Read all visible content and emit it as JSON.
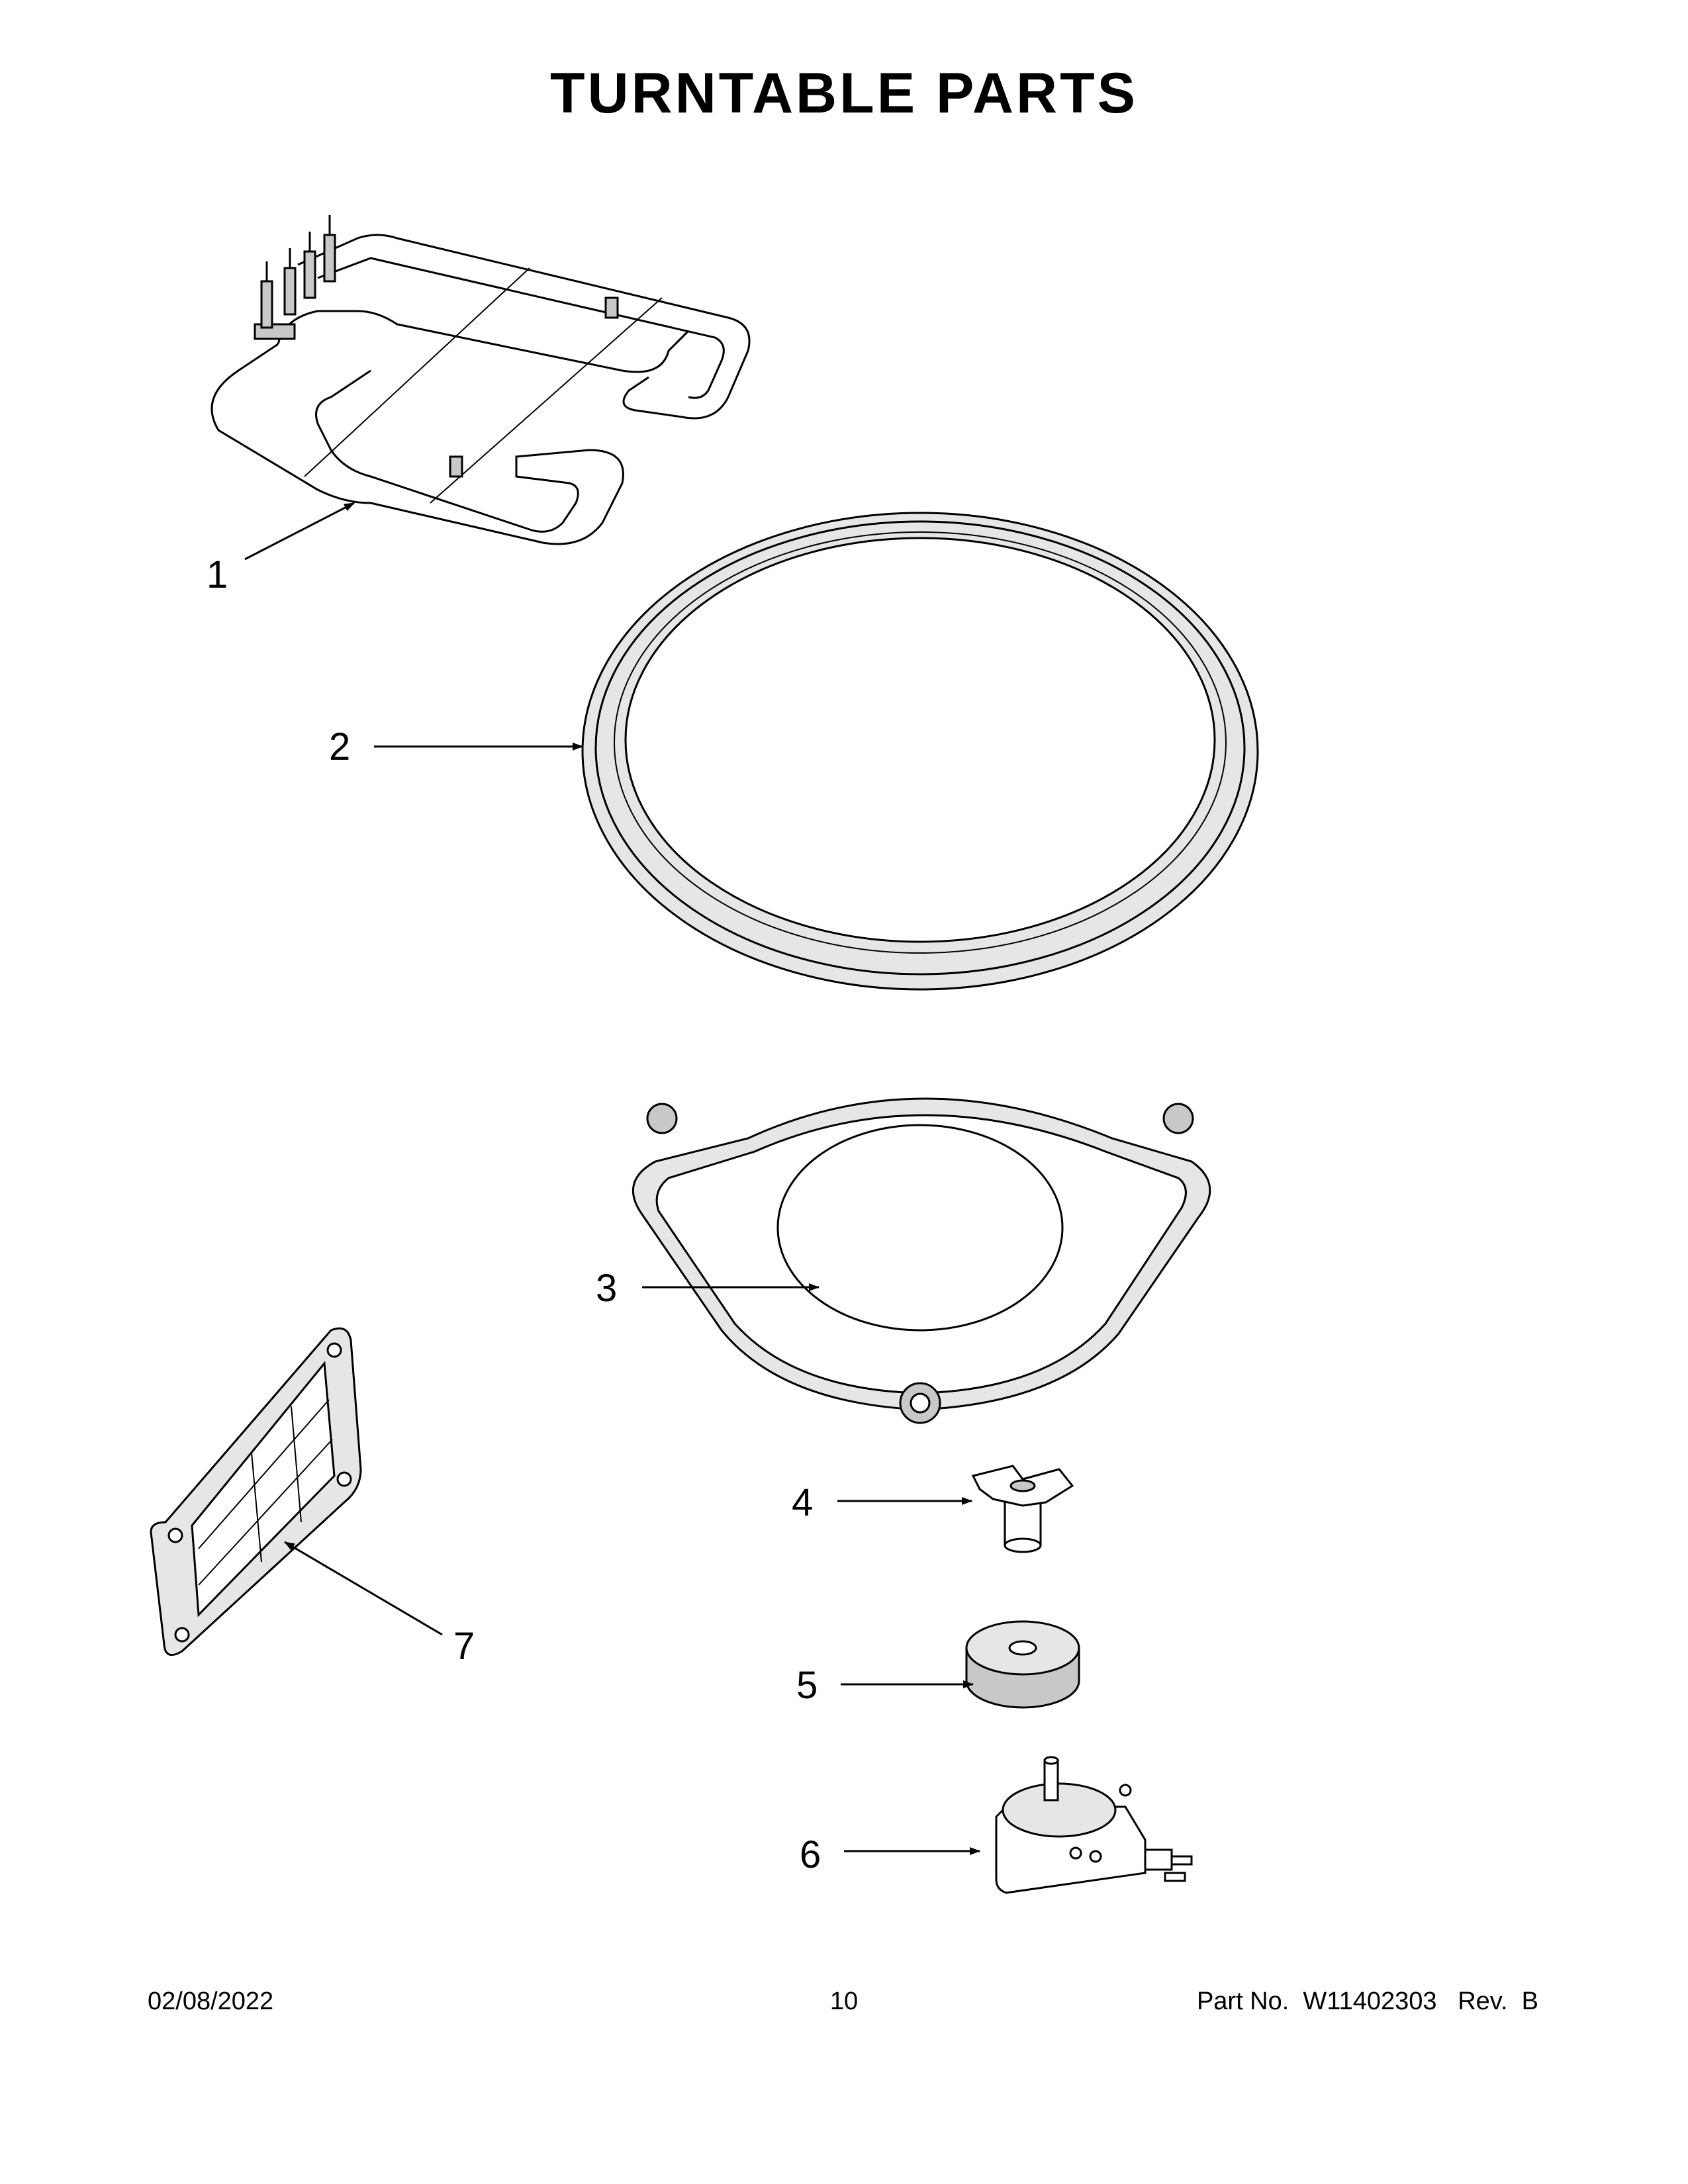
{
  "page": {
    "title": "TURNTABLE PARTS",
    "date": "02/08/2022",
    "page_number": "10",
    "part_number": "Part No.  W11402303   Rev.  B"
  },
  "callouts": {
    "c1": "1",
    "c2": "2",
    "c3": "3",
    "c4": "4",
    "c5": "5",
    "c6": "6",
    "c7": "7"
  }
}
